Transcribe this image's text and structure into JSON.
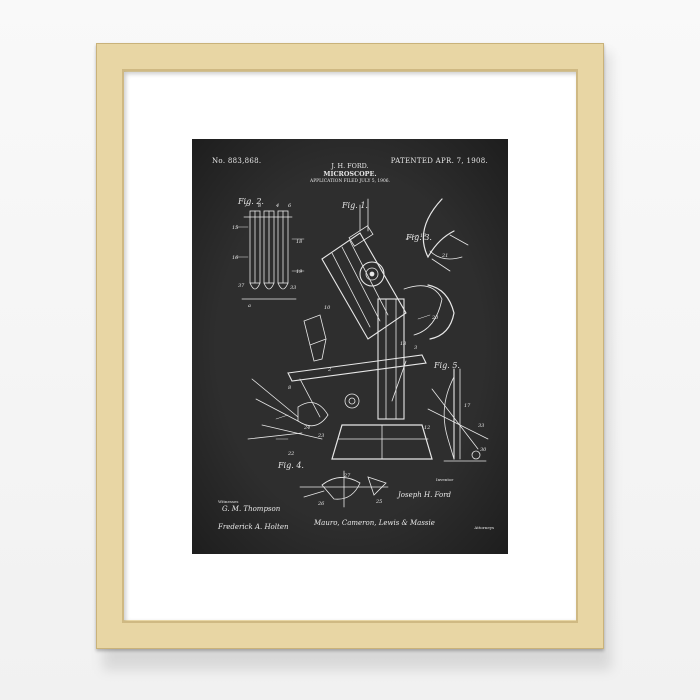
{
  "poster": {
    "patent_number": "No. 883,868.",
    "patented_date": "PATENTED APR. 7, 1908.",
    "inventor": "J. H. FORD.",
    "title": "MICROSCOPE.",
    "filed": "APPLICATION FILED JULY 5, 1906.",
    "figures": [
      "Fig. 1.",
      "Fig. 2.",
      "Fig. 3.",
      "Fig. 4.",
      "Fig. 5."
    ],
    "witnesses_label": "Witnesses",
    "inventor_label": "Inventor",
    "attorneys_label": "Attorneys",
    "signatures": {
      "witness_1": "G. M. Thompson",
      "witness_2": "Frederick A. Holten",
      "inventor_sig": "Joseph H. Ford",
      "attorneys_sig": "Mauro, Cameron, Lewis & Massie"
    }
  },
  "colors": {
    "frame": "#e8d6a4",
    "mat": "#ffffff",
    "print_background": "#2e2e2e",
    "linework": "#e8e8e8"
  }
}
